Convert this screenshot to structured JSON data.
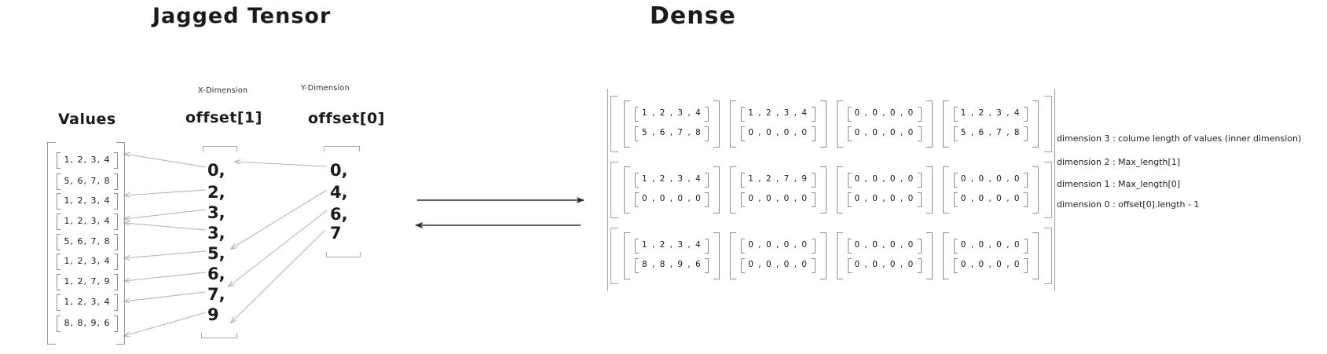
{
  "titles": {
    "jagged": "Jagged Tensor",
    "dense": "Dense"
  },
  "jagged": {
    "x_dimension_label": "X-Dimension",
    "y_dimension_label": "Y-Dimension",
    "values_label": "Values",
    "offset1_label": "offset[1]",
    "offset0_label": "offset[0]",
    "values": [
      "1, 2, 3, 4",
      "5, 6, 7, 8",
      "1, 2, 3, 4",
      "1, 2, 3, 4",
      "5, 6, 7, 8",
      "1, 2, 3, 4",
      "1, 2, 7, 9",
      "1, 2, 3, 4",
      "8, 8, 9, 6"
    ],
    "offset1": [
      "0,",
      "2,",
      "3,",
      "3,",
      "5,",
      "6,",
      "7,",
      "9"
    ],
    "offset0": [
      "0,",
      "4,",
      "6,",
      "7"
    ]
  },
  "dense": {
    "matrices": [
      [
        [
          "1 , 2 , 3 , 4",
          "5 , 6 , 7 , 8"
        ],
        [
          "1 , 2 , 3 , 4",
          "0 , 0 , 0 , 0"
        ],
        [
          "0 , 0 , 0 , 0",
          "0 , 0 , 0 , 0"
        ],
        [
          "1 , 2 , 3 , 4",
          "5 , 6 , 7 , 8"
        ]
      ],
      [
        [
          "1 , 2 , 3 , 4",
          "0 , 0 , 0 , 0"
        ],
        [
          "1 , 2 , 7 , 9",
          "0 , 0 , 0 , 0"
        ],
        [
          "0 , 0 , 0 , 0",
          "0 , 0 , 0 , 0"
        ],
        [
          "0 , 0 , 0 , 0",
          "0 , 0 , 0 , 0"
        ]
      ],
      [
        [
          "1 , 2 , 3 , 4",
          "8 , 8 , 9 , 6"
        ],
        [
          "0 , 0 , 0 , 0",
          "0 , 0 , 0 , 0"
        ],
        [
          "0 , 0 , 0 , 0",
          "0 , 0 , 0 , 0"
        ],
        [
          "0 , 0 , 0 , 0",
          "0 , 0 , 0 , 0"
        ]
      ]
    ]
  },
  "annotations": [
    "dimension 3 : colume length of values (inner dimension)",
    "dimension 2 : Max_length[1]",
    "dimension 1  : Max_length[0]",
    "dimension 0 : offset[0].length - 1"
  ],
  "colors": {
    "ink": "#1b1b1b",
    "bracket": "#9b9b9b",
    "arrow_light": "#b5b5b5",
    "arrow_dark": "#2f2f2f"
  }
}
